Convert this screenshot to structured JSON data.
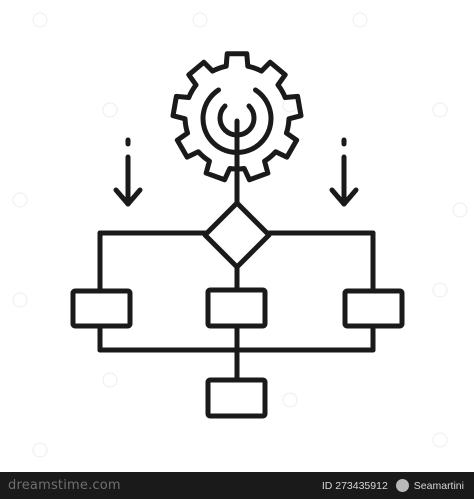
{
  "icon": {
    "name": "workflow-process-icon",
    "stroke_color": "#1a1a1a"
  },
  "footer": {
    "logo": "dreamstime.com",
    "id_text": "ID 273435912",
    "author": "Seamartini",
    "background": "#1a1a1a"
  }
}
